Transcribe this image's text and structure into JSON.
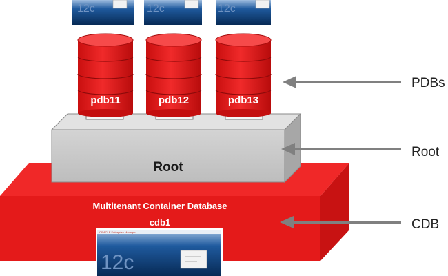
{
  "diagram": {
    "pdbs": [
      {
        "name": "pdb11",
        "badge": "12c"
      },
      {
        "name": "pdb12",
        "badge": "12c"
      },
      {
        "name": "pdb13",
        "badge": "12c"
      }
    ],
    "root_label": "Root",
    "cdb": {
      "title": "Multitenant Container Database",
      "name": "cdb1",
      "badge": "12c",
      "banner": "ORACLE Enterprise Manager"
    },
    "callouts": {
      "pdbs": "PDBs",
      "root": "Root",
      "cdb": "CDB"
    },
    "colors": {
      "red": "#e81c1c",
      "dark_red": "#b30f0f",
      "grey_box": "#c8c8c8",
      "arrow": "#808080",
      "screen_blue": "#0d3f7a"
    }
  }
}
